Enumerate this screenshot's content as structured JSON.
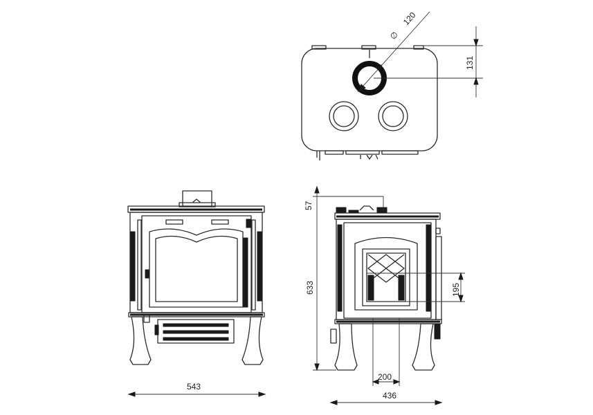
{
  "dimensions": {
    "flue_diameter": "120",
    "flue_offset": "131",
    "front_width": "543",
    "side_depth": "436",
    "total_height": "633",
    "top_offset": "57",
    "inner_height": "195",
    "inner_width": "200"
  },
  "symbols": {
    "diameter": "∅"
  },
  "colors": {
    "line": "#1a1a1a",
    "background": "#ffffff"
  }
}
